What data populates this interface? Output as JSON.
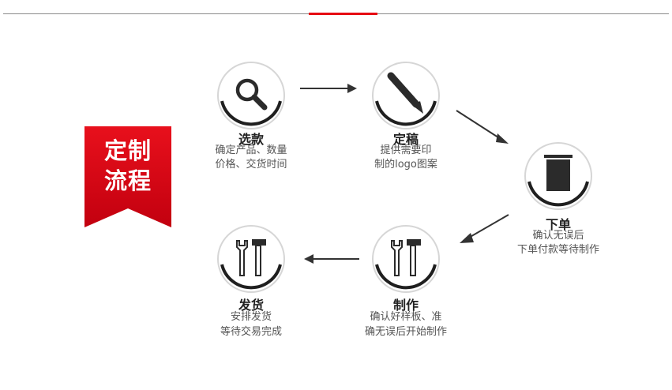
{
  "banner": {
    "line1": "定制",
    "line2": "流程"
  },
  "steps": [
    {
      "title": "选款",
      "line1": "确定产品、数量",
      "line2": "价格、交货时间",
      "icon": "magnifier-icon"
    },
    {
      "title": "定稿",
      "line1": "提供需要印",
      "line2": "制的logo图案",
      "icon": "pen-icon"
    },
    {
      "title": "下单",
      "line1": "确认无误后",
      "line2": "下单付款等待制作",
      "icon": "bag-icon"
    },
    {
      "title": "制作",
      "line1": "确认好样板、准",
      "line2": "确无误后开始制作",
      "icon": "tools-icon"
    },
    {
      "title": "发货",
      "line1": "安排发货",
      "line2": "等待交易完成",
      "icon": "tools-icon"
    }
  ],
  "colors": {
    "accent": "#e60012",
    "ribbon_dark": "#b5000e",
    "icon": "#2b2b2b",
    "ring": "#1f1f1f"
  }
}
